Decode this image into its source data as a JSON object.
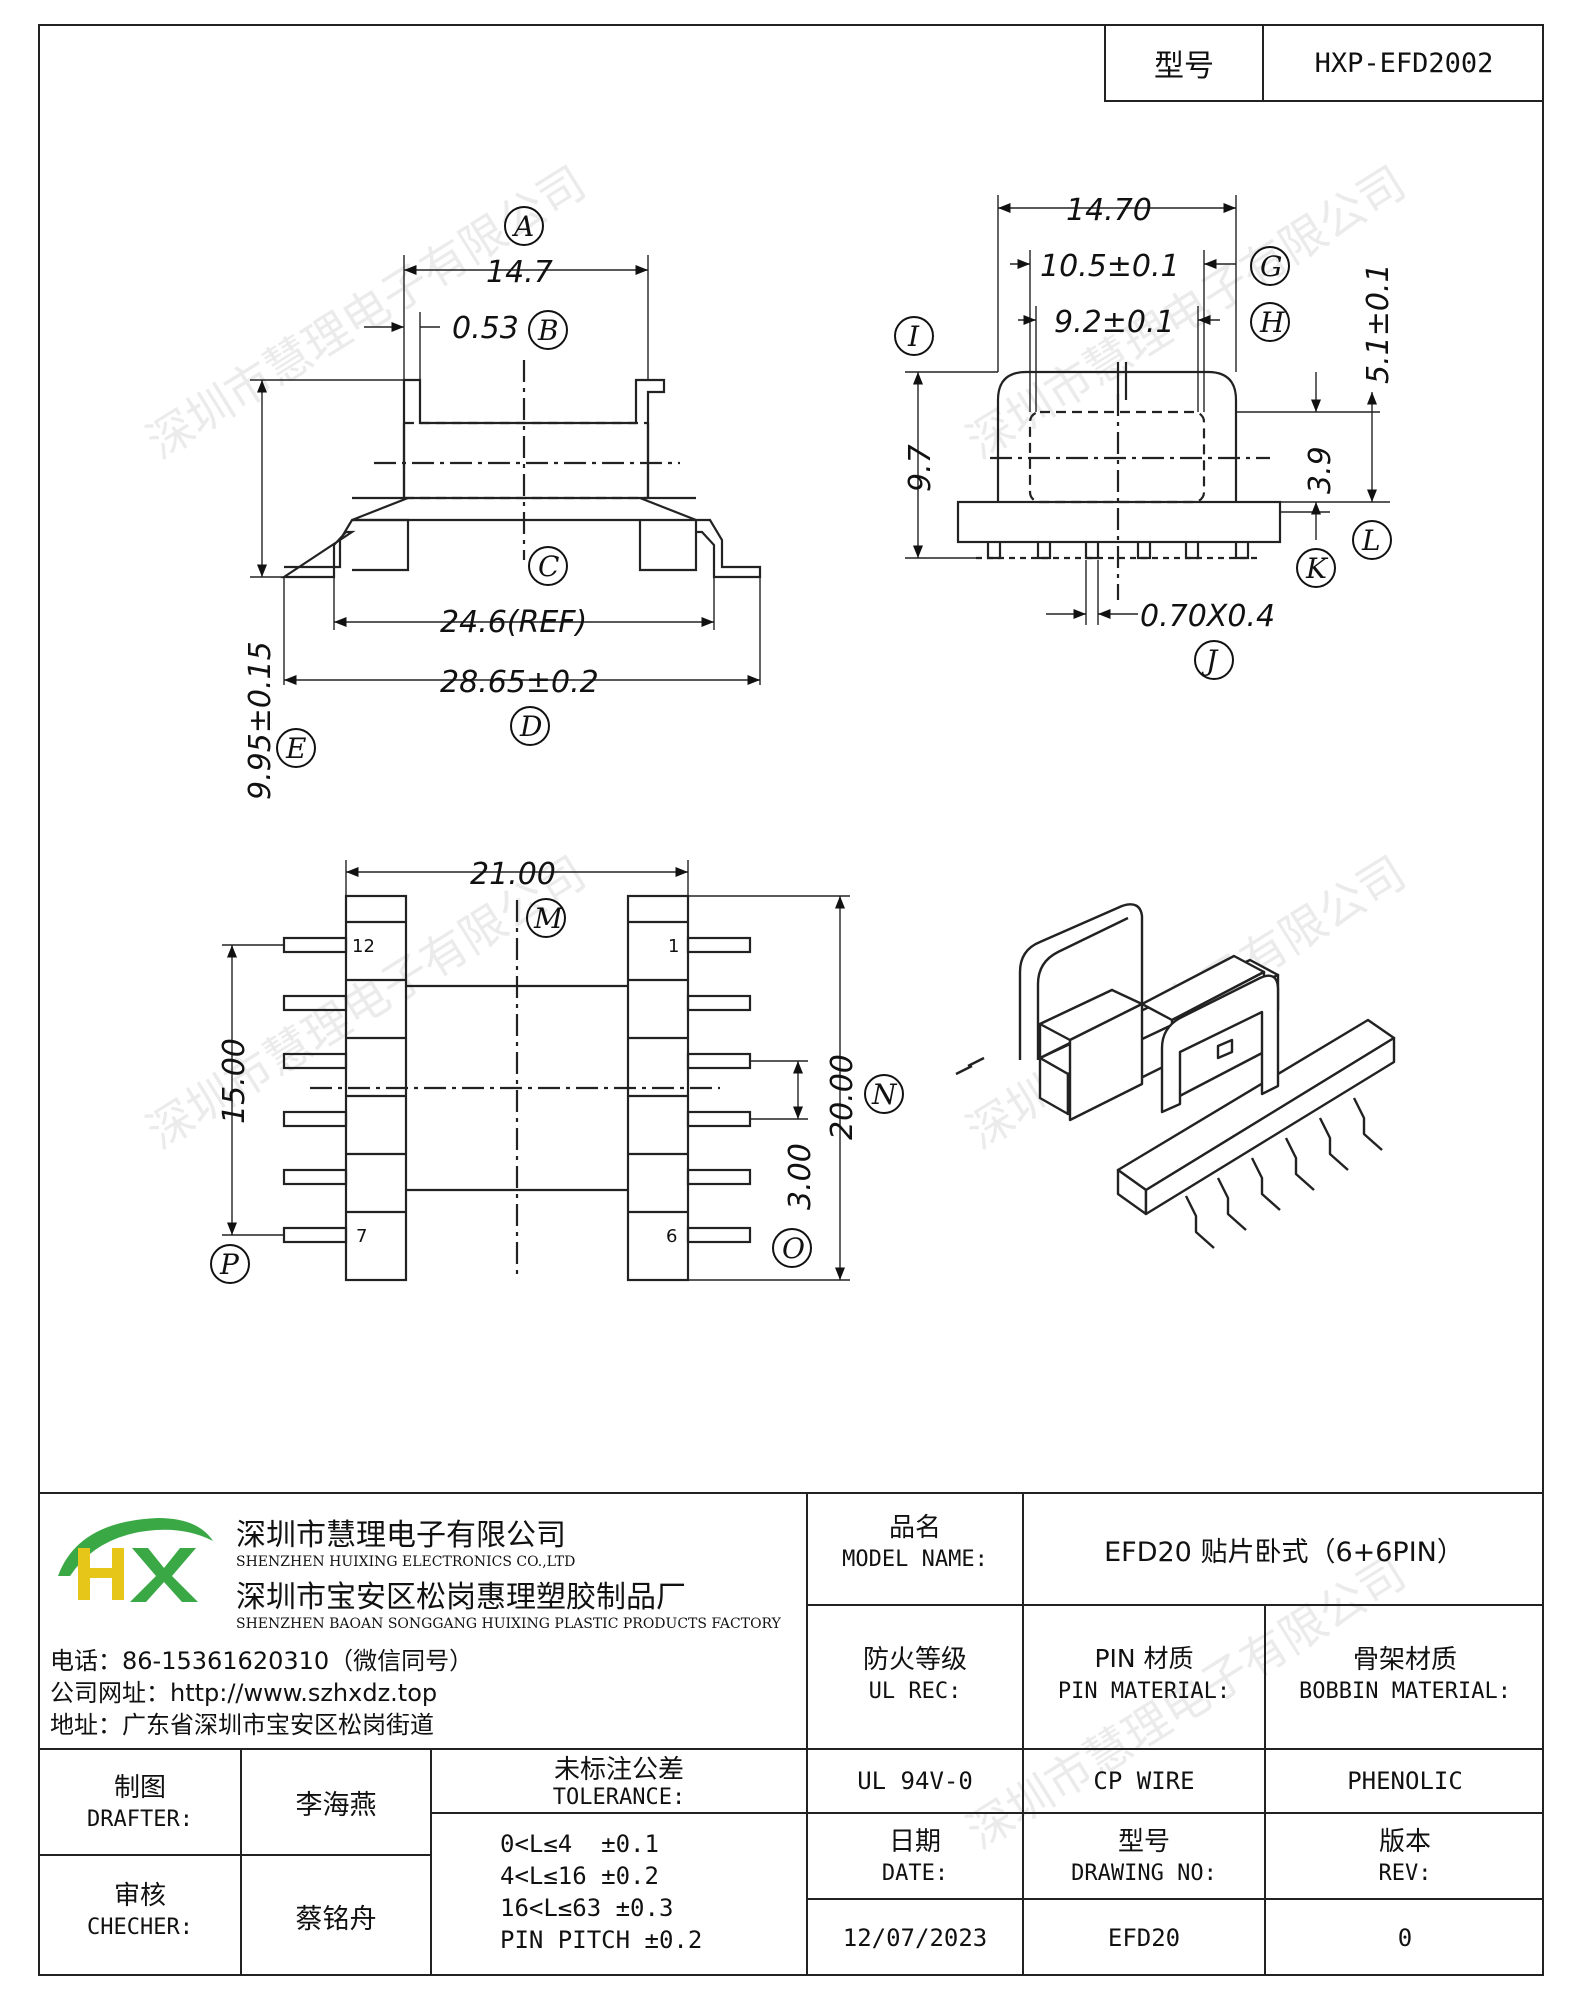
{
  "header": {
    "model_label": "型号",
    "model_value": "HXP-EFD2002"
  },
  "watermark": "深圳市慧理电子有限公司",
  "views": {
    "side": {
      "dims": {
        "a": "14.7",
        "b": "0.53",
        "c": "24.6(REF)",
        "d": "28.65±0.2",
        "e": "9.95±0.15"
      },
      "labels": {
        "A": "A",
        "B": "B",
        "C": "C",
        "D": "D",
        "E": "E"
      }
    },
    "front": {
      "dims": {
        "top": "14.70",
        "g": "10.5±0.1",
        "h": "9.2±0.1",
        "i": "9.7",
        "l": "5.1±0.1",
        "k": "3.9",
        "j": "0.70X0.4"
      },
      "labels": {
        "G": "G",
        "H": "H",
        "I": "I",
        "J": "J",
        "K": "K",
        "L": "L"
      }
    },
    "bottom": {
      "dims": {
        "m": "21.00",
        "p": "15.00",
        "o": "3.00",
        "n": "20.00"
      },
      "labels": {
        "M": "M",
        "N": "N",
        "O": "O",
        "P": "P"
      },
      "pins": {
        "p12": "12",
        "p7": "7",
        "p1": "1",
        "p6": "6"
      }
    }
  },
  "company": {
    "logo": "HX",
    "name_cn": "深圳市慧理电子有限公司",
    "name_en": "SHENZHEN HUIXING ELECTRONICS CO.,LTD",
    "factory_cn": "深圳市宝安区松岗惠理塑胶制品厂",
    "factory_en": "SHENZHEN BAOAN SONGGANG HUIXING PLASTIC PRODUCTS FACTORY",
    "phone": "电话：86-15361620310（微信同号）",
    "website": "公司网址：http://www.szhxdz.top",
    "address": "地址：广东省深圳市宝安区松岗街道"
  },
  "title_block": {
    "model_name_cn": "品名",
    "model_name_en": "MODEL NAME:",
    "model_name_value": "EFD20 贴片卧式（6+6PIN）",
    "ul_cn": "防火等级",
    "ul_en": "UL REC:",
    "pin_cn": "PIN 材质",
    "pin_en": "PIN MATERIAL:",
    "bobbin_cn": "骨架材质",
    "bobbin_en": "BOBBIN MATERIAL:",
    "ul_value": "UL 94V-0",
    "pin_value": "CP WIRE",
    "bobbin_value": "PHENOLIC",
    "drafter_cn": "制图",
    "drafter_en": "DRAFTER:",
    "drafter_name": "李海燕",
    "checker_cn": "审核",
    "checker_en": "CHECHER:",
    "checker_name": "蔡铭舟",
    "tolerance_cn": "未标注公差",
    "tolerance_en": "TOLERANCE:",
    "tolerance_lines": [
      "0<L≤4  ±0.1",
      "4<L≤16 ±0.2",
      "16<L≤63 ±0.3",
      "PIN PITCH ±0.2"
    ],
    "date_cn": "日期",
    "date_en": "DATE:",
    "date_value": "12/07/2023",
    "drawing_cn": "型号",
    "drawing_en": "DRAWING NO:",
    "drawing_value": "EFD20",
    "rev_cn": "版本",
    "rev_en": "REV:",
    "rev_value": "0"
  },
  "colors": {
    "line": "#222222",
    "logo_green": "#3aa845",
    "logo_yellow": "#e6c619",
    "watermark": "#c8c8c8"
  }
}
